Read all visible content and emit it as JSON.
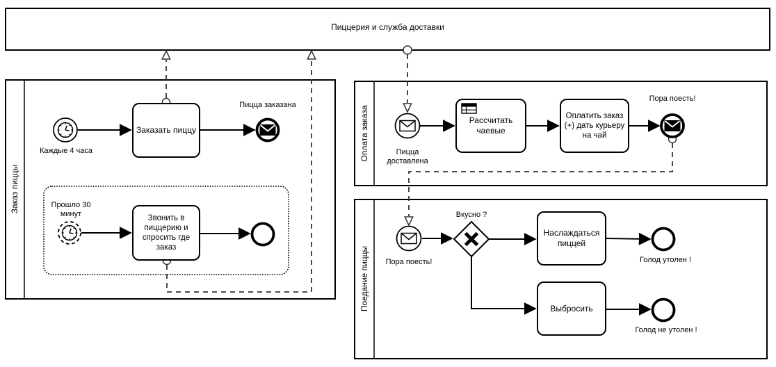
{
  "pools": {
    "delivery": {
      "label": "Пиццерия и служба доставки"
    },
    "order": {
      "label": "Заказ пиццы",
      "timer_start_label": "Каждые 4 часа",
      "task_order": "Заказать пиццу",
      "end_ordered_label": "Пицца заказана",
      "sub_timer_label": "Прошло 30 минут",
      "task_call": "Звонить в пиццерию и спросить где заказ"
    },
    "payment": {
      "label": "Оплата заказа",
      "start_label": "Пицца доставлена",
      "task_tips": "Рассчитать чаевые",
      "task_pay": "Оплатить заказ (+) дать курьеру на чай",
      "end_label": "Пора поесть!"
    },
    "eating": {
      "label": "Поедание пиццы",
      "start_label": "Пора поесть!",
      "gateway_label": "Вкусно ?",
      "task_enjoy": "Наслаждаться пиццей",
      "end_enjoy_label": "Голод утолен !",
      "task_discard": "Выбросить",
      "end_discard_label": "Голод не утолен !"
    }
  },
  "icons": {
    "timer": "clock-icon",
    "message": "envelope-icon",
    "exclusive_gateway": "x-marker-icon",
    "business_rule": "table-icon"
  },
  "colors": {
    "stroke": "#000000",
    "background": "#ffffff"
  }
}
